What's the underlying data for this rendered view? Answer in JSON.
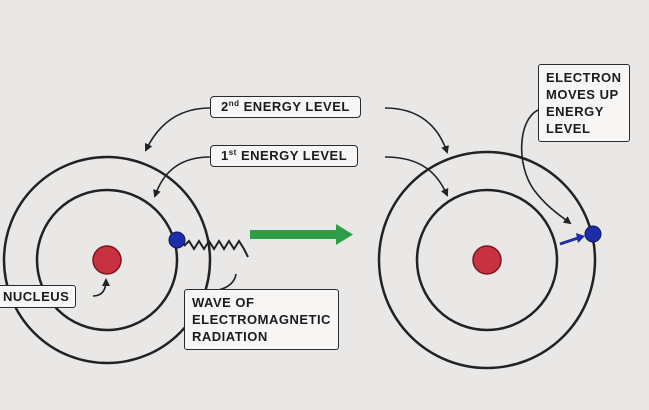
{
  "labels": {
    "second_level": {
      "number": "2",
      "suffix": "nd",
      "text": "ENERGY LEVEL"
    },
    "first_level": {
      "number": "1",
      "suffix": "st",
      "text": "ENERGY LEVEL"
    },
    "nucleus": "NUCLEUS",
    "wave": [
      "WAVE OF",
      "ELECTROMAGNETIC",
      "RADIATION"
    ],
    "electron_moves": [
      "ELECTRON",
      "MOVES UP",
      "ENERGY",
      "LEVEL"
    ]
  },
  "colors": {
    "nucleus": "#c8313f",
    "electron": "#1d2fa8",
    "transition_arrow": "#2e9d47",
    "lines": "#222222"
  }
}
